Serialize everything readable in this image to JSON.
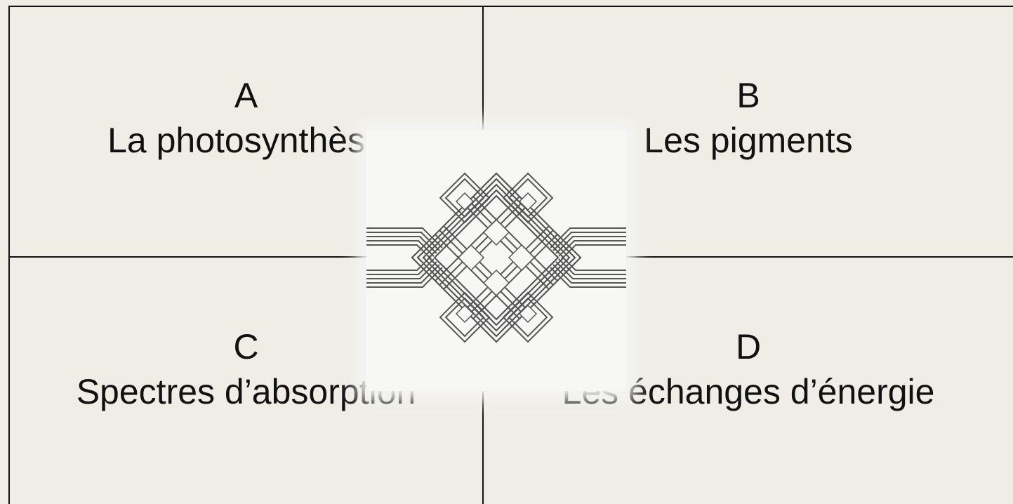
{
  "quadrants": {
    "a": {
      "letter": "A",
      "title": "La photosynthèse"
    },
    "b": {
      "letter": "B",
      "title": "Les pigments"
    },
    "c": {
      "letter": "C",
      "title": "Spectres d’absorption"
    },
    "d": {
      "letter": "D",
      "title": "Les échanges d’énergie"
    }
  },
  "center_image": {
    "icon": "endless-knot-icon"
  },
  "colors": {
    "background": "#efede6",
    "lines": "#111111",
    "knot": "#555555"
  }
}
